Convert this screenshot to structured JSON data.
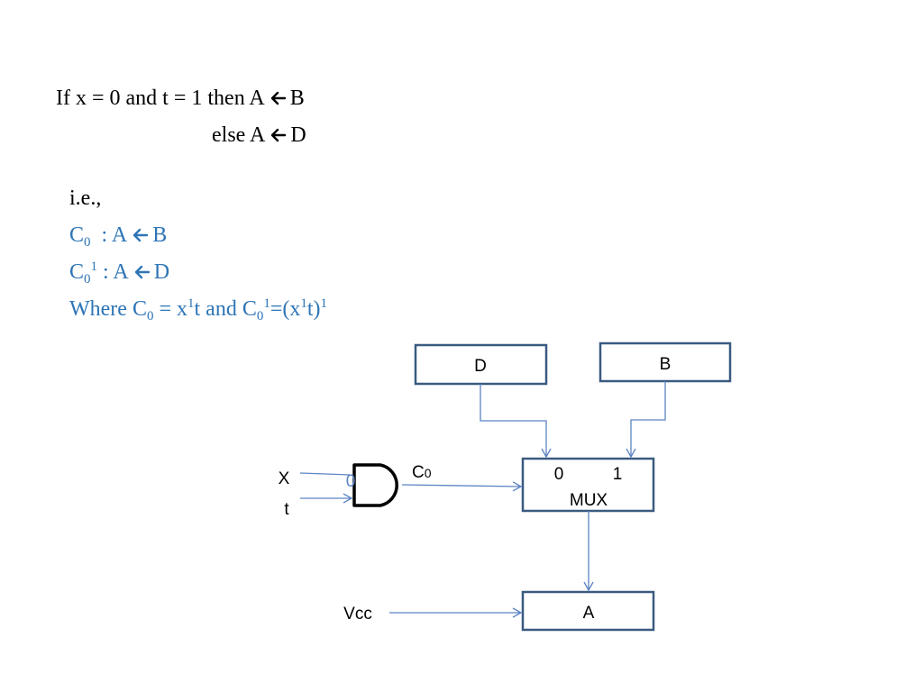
{
  "statement": {
    "if_prefix": "If x = 0 and t = 1 then A",
    "if_target": "B",
    "else_prefix": "else A",
    "else_target": "D"
  },
  "explanation": {
    "ie_label": "i.e.,",
    "c0_letter": "C",
    "c0_sub": "0",
    "rule1_text": ": A",
    "rule1_target": "B",
    "rule2_sup": "1",
    "rule2_text": ": A",
    "rule2_target": "D",
    "where_prefix": "Where C",
    "where_eq": "= x",
    "where_t_and": "t and C",
    "where_eq2": "=(x",
    "where_t_close": "t)",
    "sup_one": "1"
  },
  "diagram": {
    "box_d": "D",
    "box_b": "B",
    "mux_input_0": "0",
    "mux_input_1": "1",
    "mux_label": "MUX",
    "box_a": "A",
    "input_x": "X",
    "input_t": "t",
    "inverter_bubble": "0",
    "gate_output_letter": "C",
    "gate_output_sub": "0",
    "vcc_label": "Vcc"
  },
  "colors": {
    "text_blue": "#2e75b6",
    "box_border": "#3a5a80",
    "wire": "#5b84c4",
    "gate_stroke": "#000000"
  }
}
